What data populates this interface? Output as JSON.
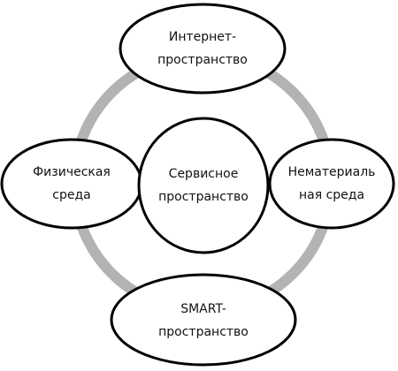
{
  "colors": {
    "ring": "#b3b3b3",
    "node_fill": "#ffffff",
    "node_stroke": "#000000",
    "text": "#111111"
  },
  "nodes": {
    "top": {
      "line1": "Интернет-",
      "line2": "пространство"
    },
    "left": {
      "line1": "Физическая",
      "line2": "среда"
    },
    "center": {
      "line1": "Сервисное",
      "line2": "пространство"
    },
    "right": {
      "line1": "Нематериаль",
      "line2": "ная среда"
    },
    "bottom": {
      "line1": "SMART-",
      "line2": "пространство"
    }
  }
}
